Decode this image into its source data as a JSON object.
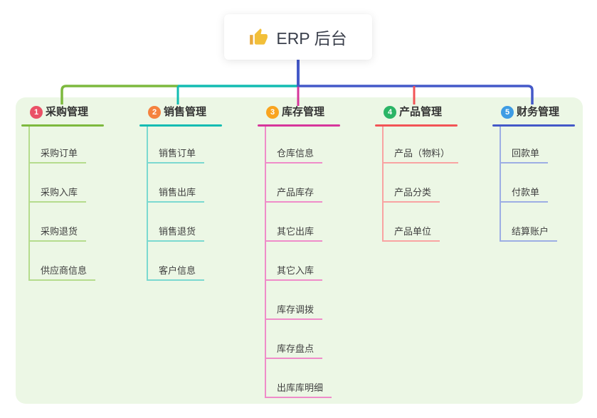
{
  "root": {
    "title": "ERP 后台",
    "icon": "thumbs-up-icon",
    "icon_color": "#f2bf39",
    "box_color": "#ffffff",
    "line_color": "#4459c8"
  },
  "panel": {
    "background": "#ecf7e5"
  },
  "branches": [
    {
      "number": "1",
      "label": "采购管理",
      "badge_color": "#ea5166",
      "line_color": "#7db93e",
      "child_line_color": "#b5dc8d",
      "children": [
        "采购订单",
        "采购入库",
        "采购退货",
        "供应商信息"
      ]
    },
    {
      "number": "2",
      "label": "销售管理",
      "badge_color": "#f5823e",
      "line_color": "#12bcb2",
      "child_line_color": "#7bd9d0",
      "children": [
        "销售订单",
        "销售出库",
        "销售退货",
        "客户信息"
      ]
    },
    {
      "number": "3",
      "label": "库存管理",
      "badge_color": "#f9a41f",
      "line_color": "#d6369b",
      "child_line_color": "#ef8cc9",
      "children": [
        "仓库信息",
        "产品库存",
        "其它出库",
        "其它入库",
        "库存调拨",
        "库存盘点",
        "出库库明细"
      ]
    },
    {
      "number": "4",
      "label": "产品管理",
      "badge_color": "#2bb566",
      "line_color": "#f25456",
      "child_line_color": "#f9a3a2",
      "children": [
        "产品（物料）",
        "产品分类",
        "产品单位"
      ]
    },
    {
      "number": "5",
      "label": "财务管理",
      "badge_color": "#3e9ce4",
      "line_color": "#4459c8",
      "child_line_color": "#9daee4",
      "children": [
        "回款单",
        "付款单",
        "结算账户"
      ]
    }
  ]
}
